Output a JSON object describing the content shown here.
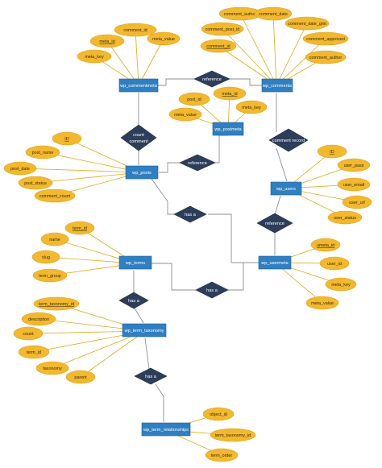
{
  "entities": {
    "wp_commentmeta": "wp_commentmeta",
    "wp_comments": "wp_comments",
    "wp_postmeta": "wp_postmeta",
    "wp_posts": "wp_posts",
    "wp_users": "wp_users",
    "wp_terms": "wp_terms",
    "wp_usermeta": "wp_usermeta",
    "wp_term_taxonomy": "wp_term_taxonomy",
    "wp_term_relationships": "wp_term_relationships"
  },
  "relationships": {
    "reference_top": "reference",
    "count_comment_1": "count",
    "count_comment_2": "comment",
    "reference_posts": "reference",
    "comment_record": "comment record",
    "has_a_posts": "has a",
    "reference_users": "reference",
    "has_a_usermeta": "has a",
    "has_a_terms": "has a",
    "has_a_relationships": "has a"
  },
  "attributes": {
    "commentmeta": {
      "comment_id": "comment_id",
      "meta_id": "meta_id",
      "meta_value": "meta_value",
      "meta_key": "meta_key"
    },
    "comments": {
      "comment_author": "comment_author",
      "comment_date": "comment_date",
      "comment_post_id": "comment_post_id",
      "comment_date_gmt": "comment_date_gmt",
      "comment_id": "comment_id",
      "comment_approved": "comment_approved",
      "comment_author_2": "comment_author"
    },
    "postmeta": {
      "post_id": "post_id",
      "meta_id": "meta_id",
      "meta_value": "meta_value",
      "meta_key": "meta_key"
    },
    "posts": {
      "id": "ID",
      "post_name": "post_name",
      "post_date": "post_date",
      "post_status": "post_status",
      "comment_count": "comment_count"
    },
    "users": {
      "id": "ID",
      "user_pass": "user_pass",
      "user_email": "user_email",
      "user_url": "user_url",
      "user_status": "user_status"
    },
    "terms": {
      "term_id": "term_id",
      "name": "name",
      "slug": "slug",
      "term_group": "term_group"
    },
    "usermeta": {
      "umeta_id": "umeta_id",
      "user_id": "user_id",
      "meta_key": "meta_key",
      "meta_value": "meta_value"
    },
    "term_taxonomy": {
      "term_taxonomy_id": "term_taxonomy_id",
      "description": "description",
      "count": "count",
      "term_id": "term_id",
      "taxonomy": "taxonomy",
      "parent": "parent"
    },
    "term_relationships": {
      "object_id": "object_id",
      "term_taxonomy_id": "term_taxonomy_id",
      "term_order": "term_order"
    }
  }
}
